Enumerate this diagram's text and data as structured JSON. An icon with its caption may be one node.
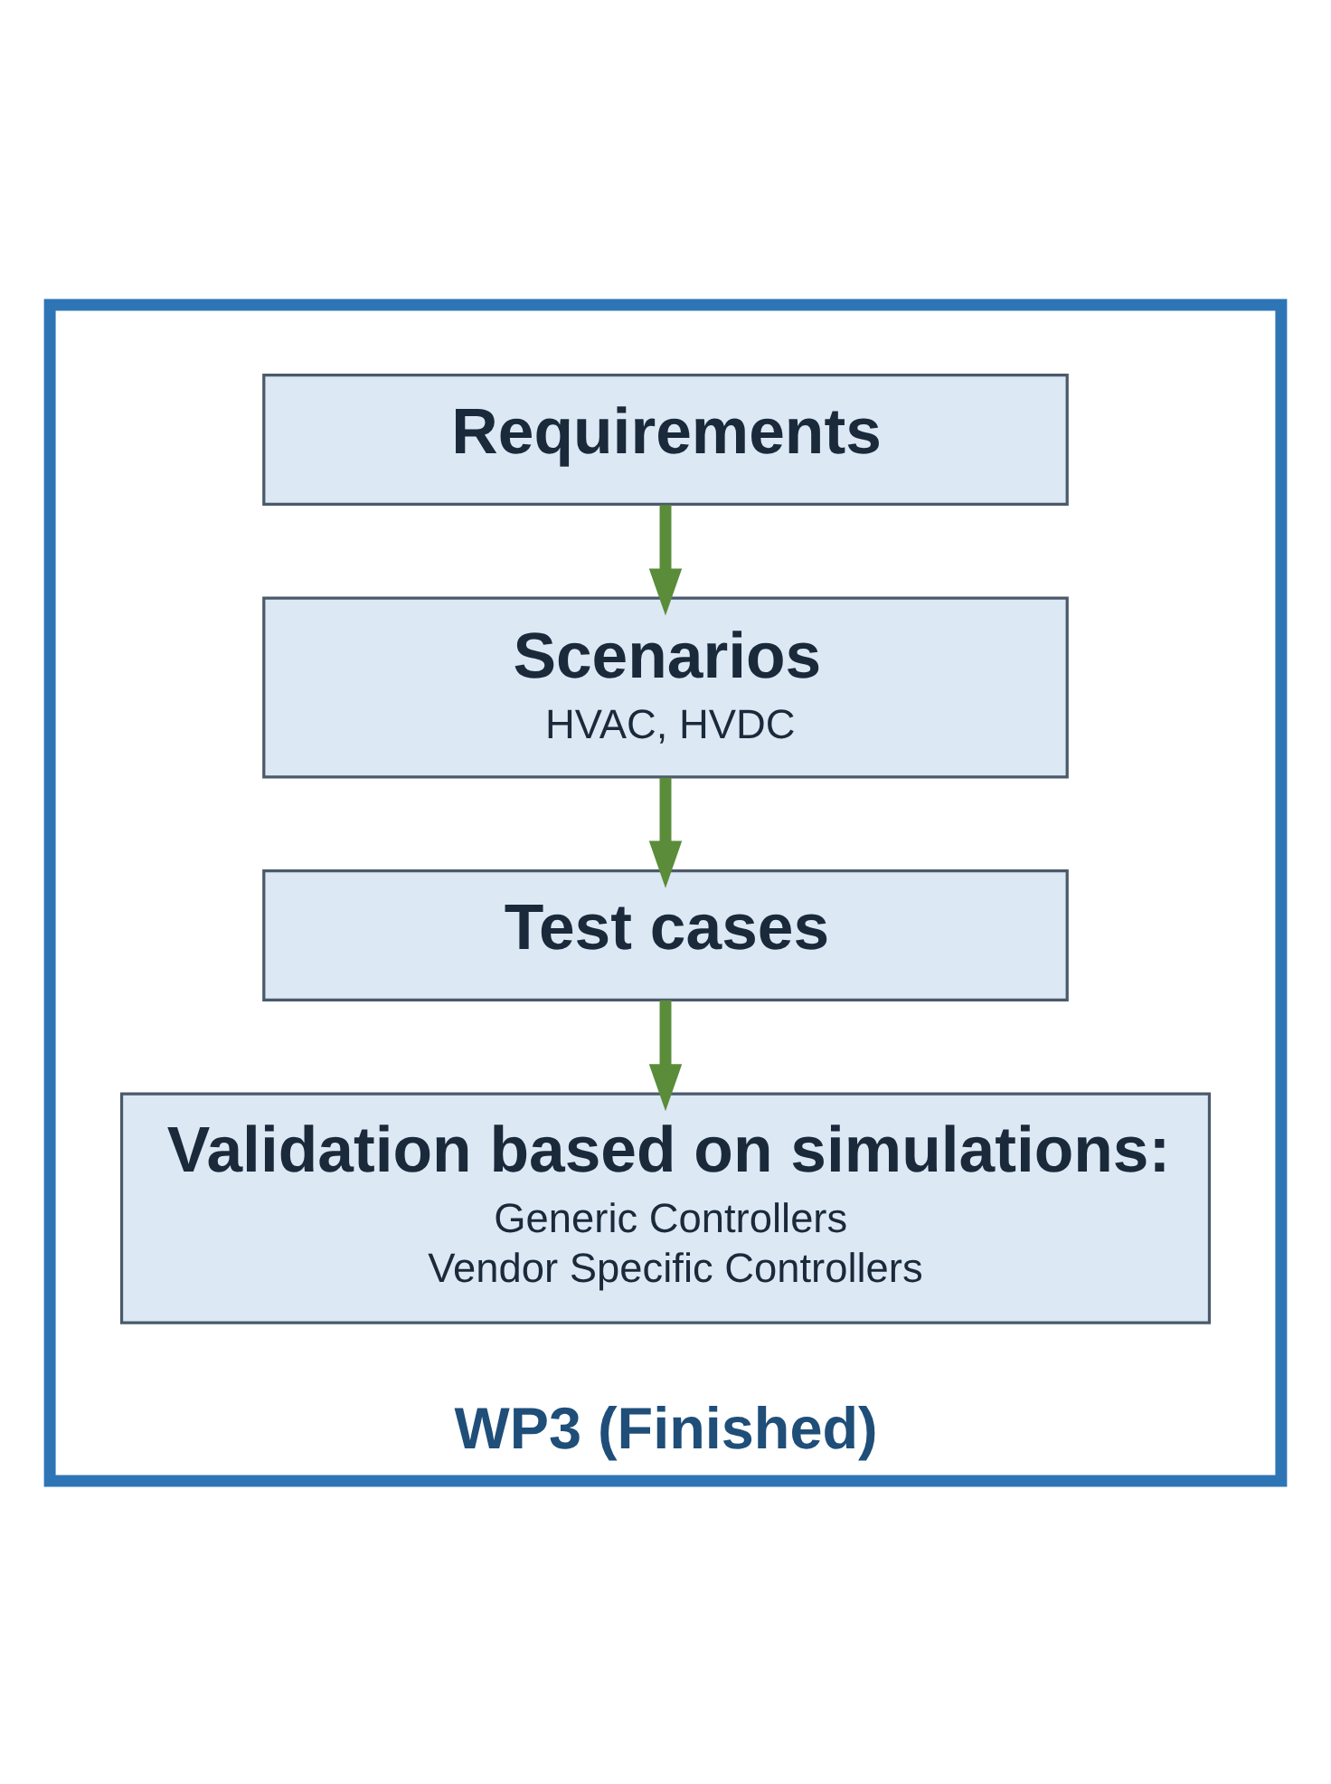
{
  "diagram": {
    "nodes": [
      {
        "text": [
          "WP3 (Finished)"
        ]
      },
      {
        "text": [
          "Requirements"
        ],
        "in": 0
      },
      {
        "text": [
          "Scenarios",
          "HVAC, HVDC"
        ],
        "in": 0
      },
      {
        "text": [
          "Test cases"
        ],
        "in": 0
      },
      {
        "text": [
          "Validation based on simulations:",
          "Generic Controllers",
          "Vendor Specific Controllers"
        ],
        "in": 0
      }
    ],
    "edges": [
      {
        "from": 1,
        "to": 2,
        "arrow": "to"
      },
      {
        "from": 2,
        "to": 3,
        "arrow": "to"
      },
      {
        "from": 3,
        "to": 4,
        "arrow": "to"
      }
    ]
  }
}
